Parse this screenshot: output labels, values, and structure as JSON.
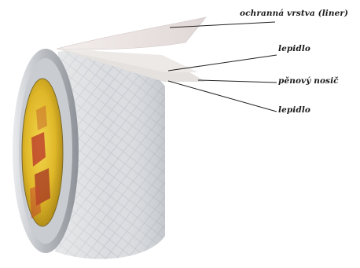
{
  "labels": {
    "liner": "ochranná vrstva (liner)",
    "adhesive_top": "lepidlo",
    "foam_carrier": "pěnový nosič",
    "adhesive_bottom": "lepidlo"
  },
  "colors": {
    "core_yellow": "#e3bf2e",
    "core_red": "#b8322a",
    "tape_body": "#d9dbdf",
    "liner": "#ebe4e1",
    "leader_line": "#222222"
  }
}
